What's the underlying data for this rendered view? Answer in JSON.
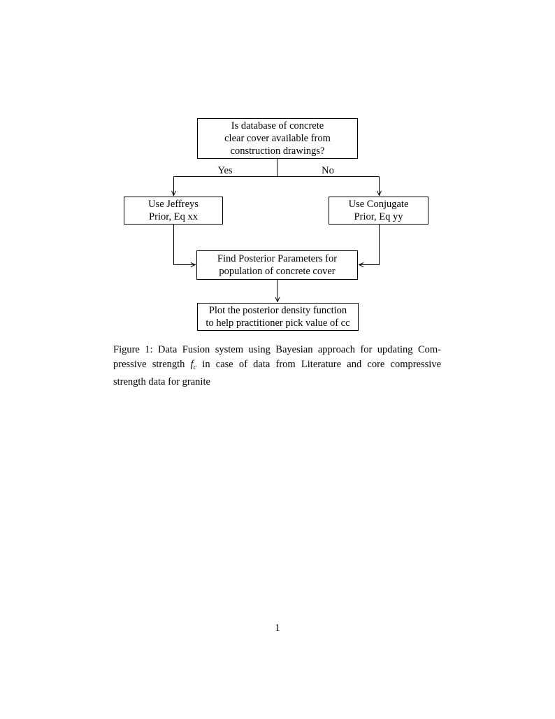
{
  "page": {
    "number": "1"
  },
  "flowchart": {
    "line_color": "#000000",
    "nodes": {
      "decision": {
        "lines": [
          "Is database of concrete",
          "clear cover available from",
          "construction drawings?"
        ]
      },
      "jeffreys": {
        "lines": [
          "Use Jeffreys",
          "Prior, Eq xx"
        ]
      },
      "conjugate": {
        "lines": [
          "Use Conjugate",
          "Prior, Eq yy"
        ]
      },
      "posterior": {
        "lines": [
          "Find Posterior Parameters for",
          "population of concrete cover"
        ]
      },
      "plot": {
        "lines": [
          "Plot the posterior density function",
          "to help practitioner pick value of cc"
        ]
      }
    },
    "edge_labels": {
      "yes": "Yes",
      "no": "No"
    }
  },
  "caption": {
    "line1": "Figure 1: Data Fusion system using Bayesian approach for updating Com-",
    "line2_before": "pressive strength ",
    "line2_math_symbol": "f",
    "line2_math_subscript": "c",
    "line2_after": " in case of data from Literature and core compressive",
    "line3": "strength data for granite"
  }
}
